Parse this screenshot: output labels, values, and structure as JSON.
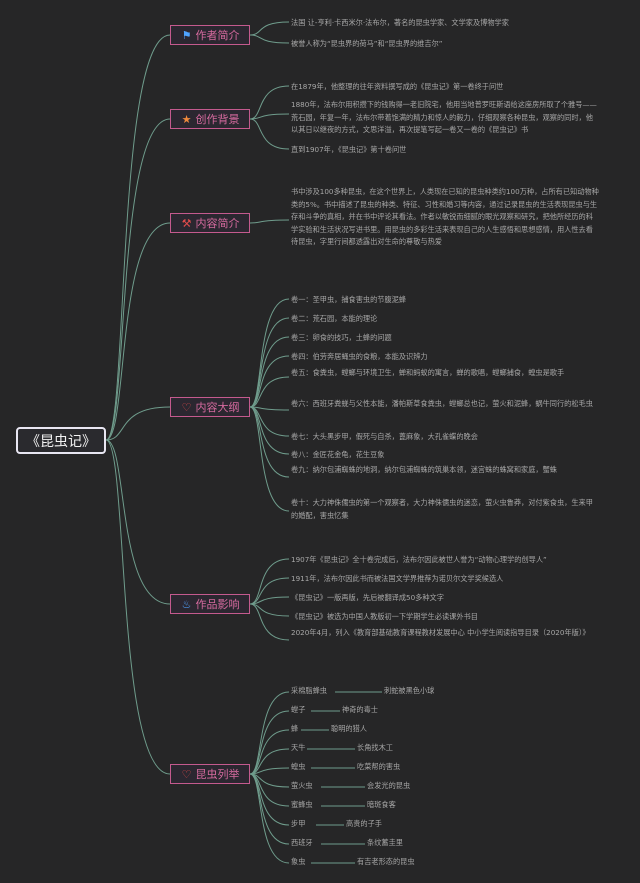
{
  "root": "《昆虫记》",
  "colors": {
    "background": "#262627",
    "topic_border": "#c45a8e",
    "topic_text": "#d56a9e",
    "connector": "#6f9c8c",
    "text": "#a7a7a7"
  },
  "topics": [
    {
      "label": "作者简介",
      "icon": "flag-icon",
      "items": [
        "法国 让-亨利·卡西米尔·法布尔，著名的昆虫学家、文学家及博物学家",
        "被誉人称为“昆虫界的荷马”和“昆虫界的维吉尔”"
      ]
    },
    {
      "label": "创作背景",
      "icon": "star-icon",
      "items": [
        "在1879年，他整理的往年资料撰写成的《昆虫记》第一卷终于问世",
        "1880年，法布尔用积攒下的钱购得一老旧院宅，他用当地普罗旺斯语给这座房所取了个雅号——荒石园，年复一年，法布尔带着饱满的精力和惊人的毅力，仔细观察各种昆虫，观察的同时，他以其日以继夜的方式，文思洋溢，再次提笔写起一卷又一卷的《昆虫记》书",
        "直到1907年，《昆虫记》第十卷问世"
      ]
    },
    {
      "label": "内容简介",
      "icon": "tools-icon",
      "items": [
        "书中涉及100多种昆虫，在这个世界上，人类现在已知的昆虫种类约100万种，占所有已知动物种类的5%。书中描述了昆虫的种类、特征、习性和婚习等内容，通过记录昆虫的生活表现昆虫与生存和斗争的真相，并在书中评论其看法。作者以敏锐而细腻的眼光观察和研究，把他所经历的科学实验和生活状况写进书里。用昆虫的多彩生活来表现自己的人生感悟和思想感情，用人性去看待昆虫，字里行间都透露出对生命的尊敬与热爱"
      ]
    },
    {
      "label": "内容大纲",
      "icon": "heart-icon",
      "items": [
        "卷一：圣甲虫，捕食害虫的节腹泥蜂",
        "卷二：荒石园，本能的理论",
        "卷三：卵食的技巧，土蜂的问题",
        "卷四：伯劳奔居蝇虫的食粮，本能及识辨力",
        "卷五：食粪虫，螳螂与环境卫生，蝉和蚂蚁的寓言，蝉的歌唱，螳螂捕食，蝗虫是歌手",
        "卷六：西班牙粪蜣与父性本能，潘帕斯草食粪虫，螳螂总也记，萤火和泥蜂，蜗牛同行的松毛虫",
        "卷七：大头黑步甲，假死与自杀，蓖麻象，大孔雀蝶的晚会",
        "卷八：金匠花金龟，花生豆象",
        "卷九：纳尔包浦蜘蛛的地洞，纳尔包浦蜘蛛的筑巢本领，迷宫蛛的蛛窝和家庭，蟹蛛",
        "卷十：大力神侏儒虫的第一个观察者，大力神侏儒虫的迷恋，萤火虫鲁莽，对付紫食虫，生来甲的婚配，害虫忆集"
      ]
    },
    {
      "label": "作品影响",
      "icon": "flame-icon",
      "items": [
        "1907年《昆虫记》全十卷完成后，法布尔因此被世人誉为“动物心理学的创导人”",
        "1911年，法布尔因此书而被法国文学界推荐为诺贝尔文学奖候选人",
        "《昆虫记》一版再版，先后被翻译成50多种文字",
        "《昆虫记》被选为中国人教版初一下学期学生必读课外书目",
        "2020年4月，列入《教育部基础教育课程教材发展中心 中小学生阅读指导目录（2020年版）》"
      ]
    },
    {
      "label": "昆虫列举",
      "icon": "heart-icon",
      "insects": [
        {
          "name": "采棉脂蜂虫",
          "desc": "刺蛇被黑色小球"
        },
        {
          "name": "螳子",
          "desc": "神奇的毒士"
        },
        {
          "name": "蜂",
          "desc": "聪明的猎人"
        },
        {
          "name": "天牛",
          "desc": "长角找木工"
        },
        {
          "name": "蝗虫",
          "desc": "吃菜帮的害虫"
        },
        {
          "name": "萤火虫",
          "desc": "会发光的昆虫"
        },
        {
          "name": "蜜蜂虫",
          "desc": "暗斑食客"
        },
        {
          "name": "步甲",
          "desc": "高贵的子手"
        },
        {
          "name": "西班牙",
          "desc": "条纹蓄圭里"
        },
        {
          "name": "象虫",
          "desc": "有吉老形态的昆虫"
        }
      ]
    }
  ]
}
